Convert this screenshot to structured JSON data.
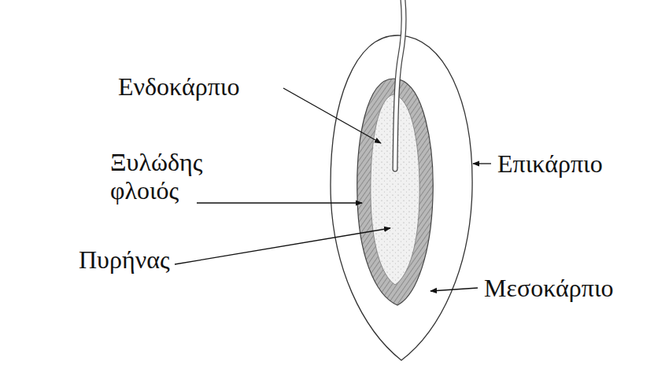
{
  "diagram": {
    "labels": [
      "Ενδοκάρπιο",
      "Ξυλώδης φλοιός",
      "Πυρήνας",
      "Επικάρπιο",
      "Μεσοκάρπιο"
    ]
  }
}
